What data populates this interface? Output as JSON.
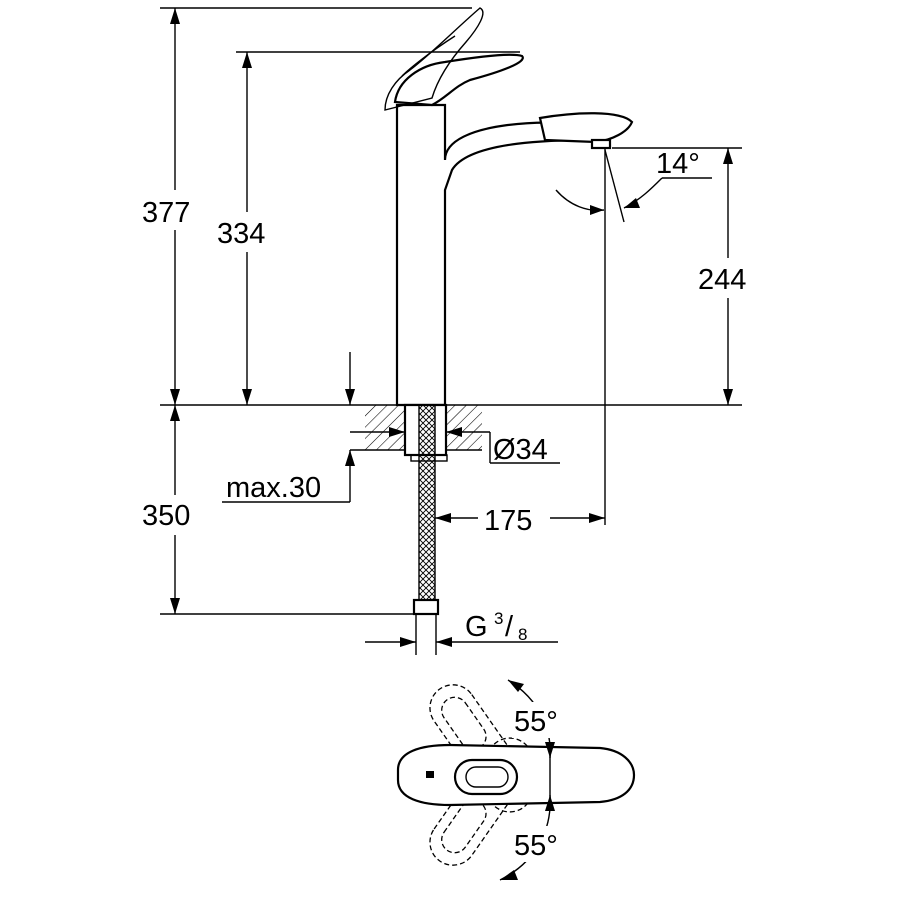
{
  "dimensions": {
    "total_height": "377",
    "spout_height": "334",
    "outlet_height": "244",
    "hose_length": "350",
    "max_deck": "max.30",
    "hole_diameter": "Ø34",
    "reach": "175",
    "thread_main": "G",
    "thread_num": "3",
    "thread_slash": "/",
    "thread_den": "8"
  },
  "angles": {
    "outlet": "14°",
    "handle_up": "55°",
    "handle_down": "55°"
  }
}
